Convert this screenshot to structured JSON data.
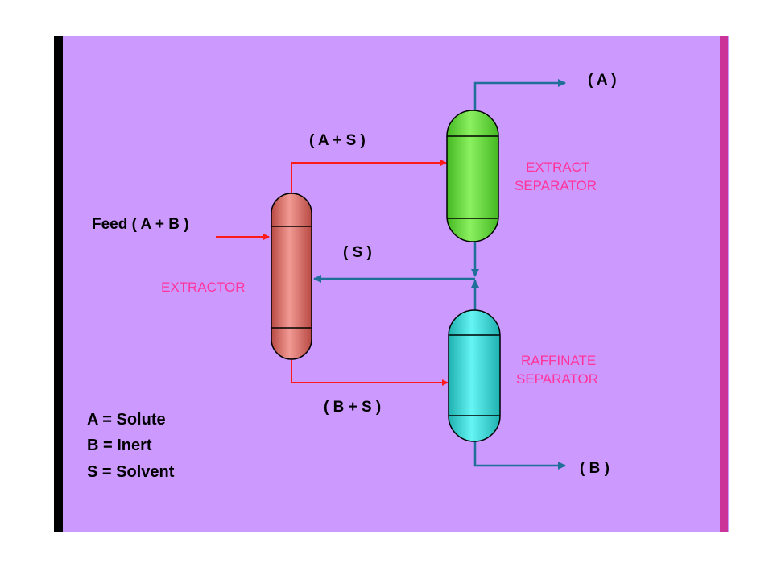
{
  "labels": {
    "feed": "Feed ( A + B )",
    "stream_as": "( A + S )",
    "stream_s": "( S )",
    "stream_bs": "( B + S )",
    "product_a": "( A )",
    "product_b": "( B )",
    "extractor": "EXTRACTOR",
    "extract_separator_line1": "EXTRACT",
    "extract_separator_line2": "SEPARATOR",
    "raffinate_separator_line1": "RAFFINATE",
    "raffinate_separator_line2": "SEPARATOR"
  },
  "legend": {
    "items": [
      "A = Solute",
      "B = Inert",
      "S = Solvent"
    ]
  },
  "colors": {
    "background": "#cc99ff",
    "left_border": "#000000",
    "right_border": "#cc3399",
    "extractor": "#e8706a",
    "extract_separator": "#66dd33",
    "raffinate_separator": "#33dddd",
    "red_stream": "#ff1a1a",
    "blue_stream": "#1f6f99",
    "label_pink": "#ff3399"
  }
}
